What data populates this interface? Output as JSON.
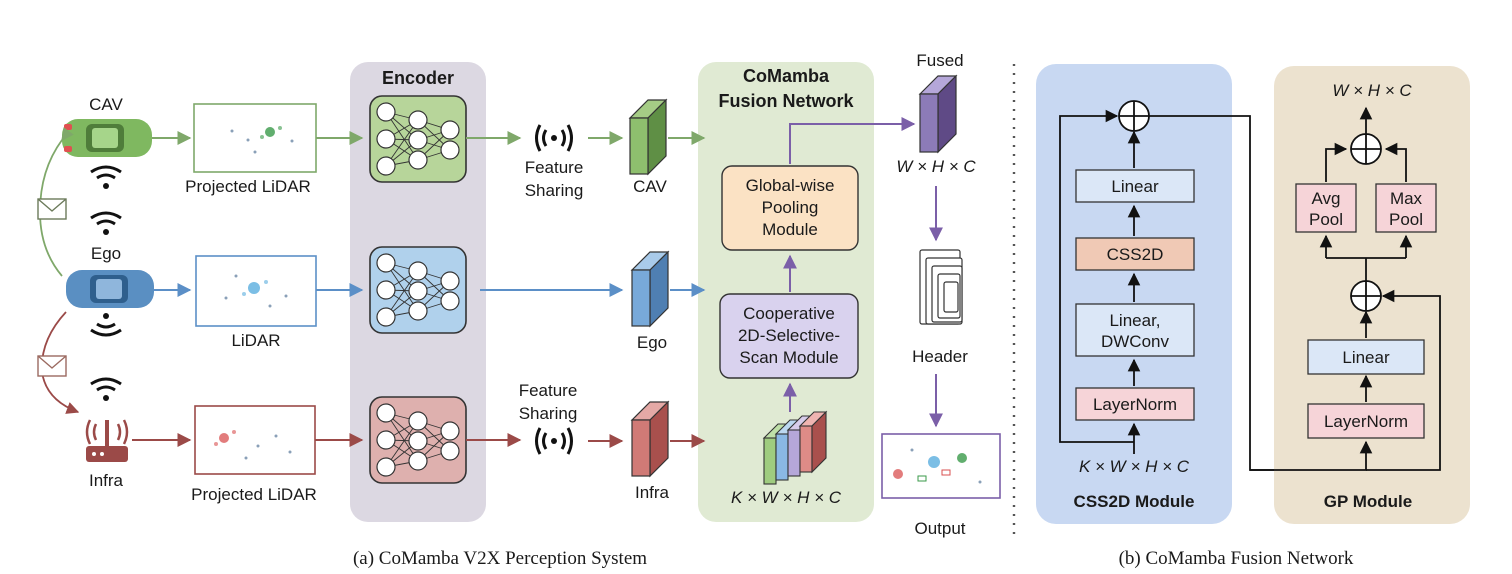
{
  "panel_a": {
    "encoder_title": "Encoder",
    "fusion_title_line1": "CoMamba",
    "fusion_title_line2": "Fusion Network",
    "agents": {
      "cav": "CAV",
      "ego": "Ego",
      "infra": "Infra"
    },
    "lidar_labels": {
      "cav": "Projected LiDAR",
      "ego": "LiDAR",
      "infra": "Projected LiDAR"
    },
    "feature_sharing": {
      "line1": "Feature",
      "line2": "Sharing"
    },
    "feature_labels": {
      "cav": "CAV",
      "ego": "Ego",
      "infra": "Infra"
    },
    "gp_module": {
      "line1": "Global-wise",
      "line2": "Pooling",
      "line3": "Module"
    },
    "css_module": {
      "line1": "Cooperative",
      "line2": "2D-Selective-",
      "line3": "Scan Module"
    },
    "stack_dims": "K × W × H × C",
    "fused_label": "Fused",
    "fused_dims": "W × H × C",
    "header_label": "Header",
    "output_label": "Output",
    "caption": "(a)  CoMamba V2X Perception System"
  },
  "panel_b": {
    "css2d": {
      "title": "CSS2D Module",
      "input_dims": "K × W × H × C",
      "layernorm": "LayerNorm",
      "linear_dwconv_line1": "Linear,",
      "linear_dwconv_line2": "DWConv",
      "css2d": "CSS2D",
      "linear": "Linear"
    },
    "gp": {
      "title": "GP Module",
      "output_dims": "W × H × C",
      "layernorm": "LayerNorm",
      "linear": "Linear",
      "avg_pool_line1": "Avg",
      "avg_pool_line2": "Pool",
      "max_pool_line1": "Max",
      "max_pool_line2": "Pool"
    },
    "caption": "(b) CoMamba Fusion Network"
  },
  "colors": {
    "cav": "#7fa86a",
    "ego": "#5b8fc7",
    "infra": "#9b4a48",
    "fusion": "#7b5fa8",
    "encoder_bg": "#dcd8e2",
    "fusion_bg": "#e0ead3",
    "css2d_bg": "#c8d8f2",
    "gp_bg": "#ece2cf"
  }
}
